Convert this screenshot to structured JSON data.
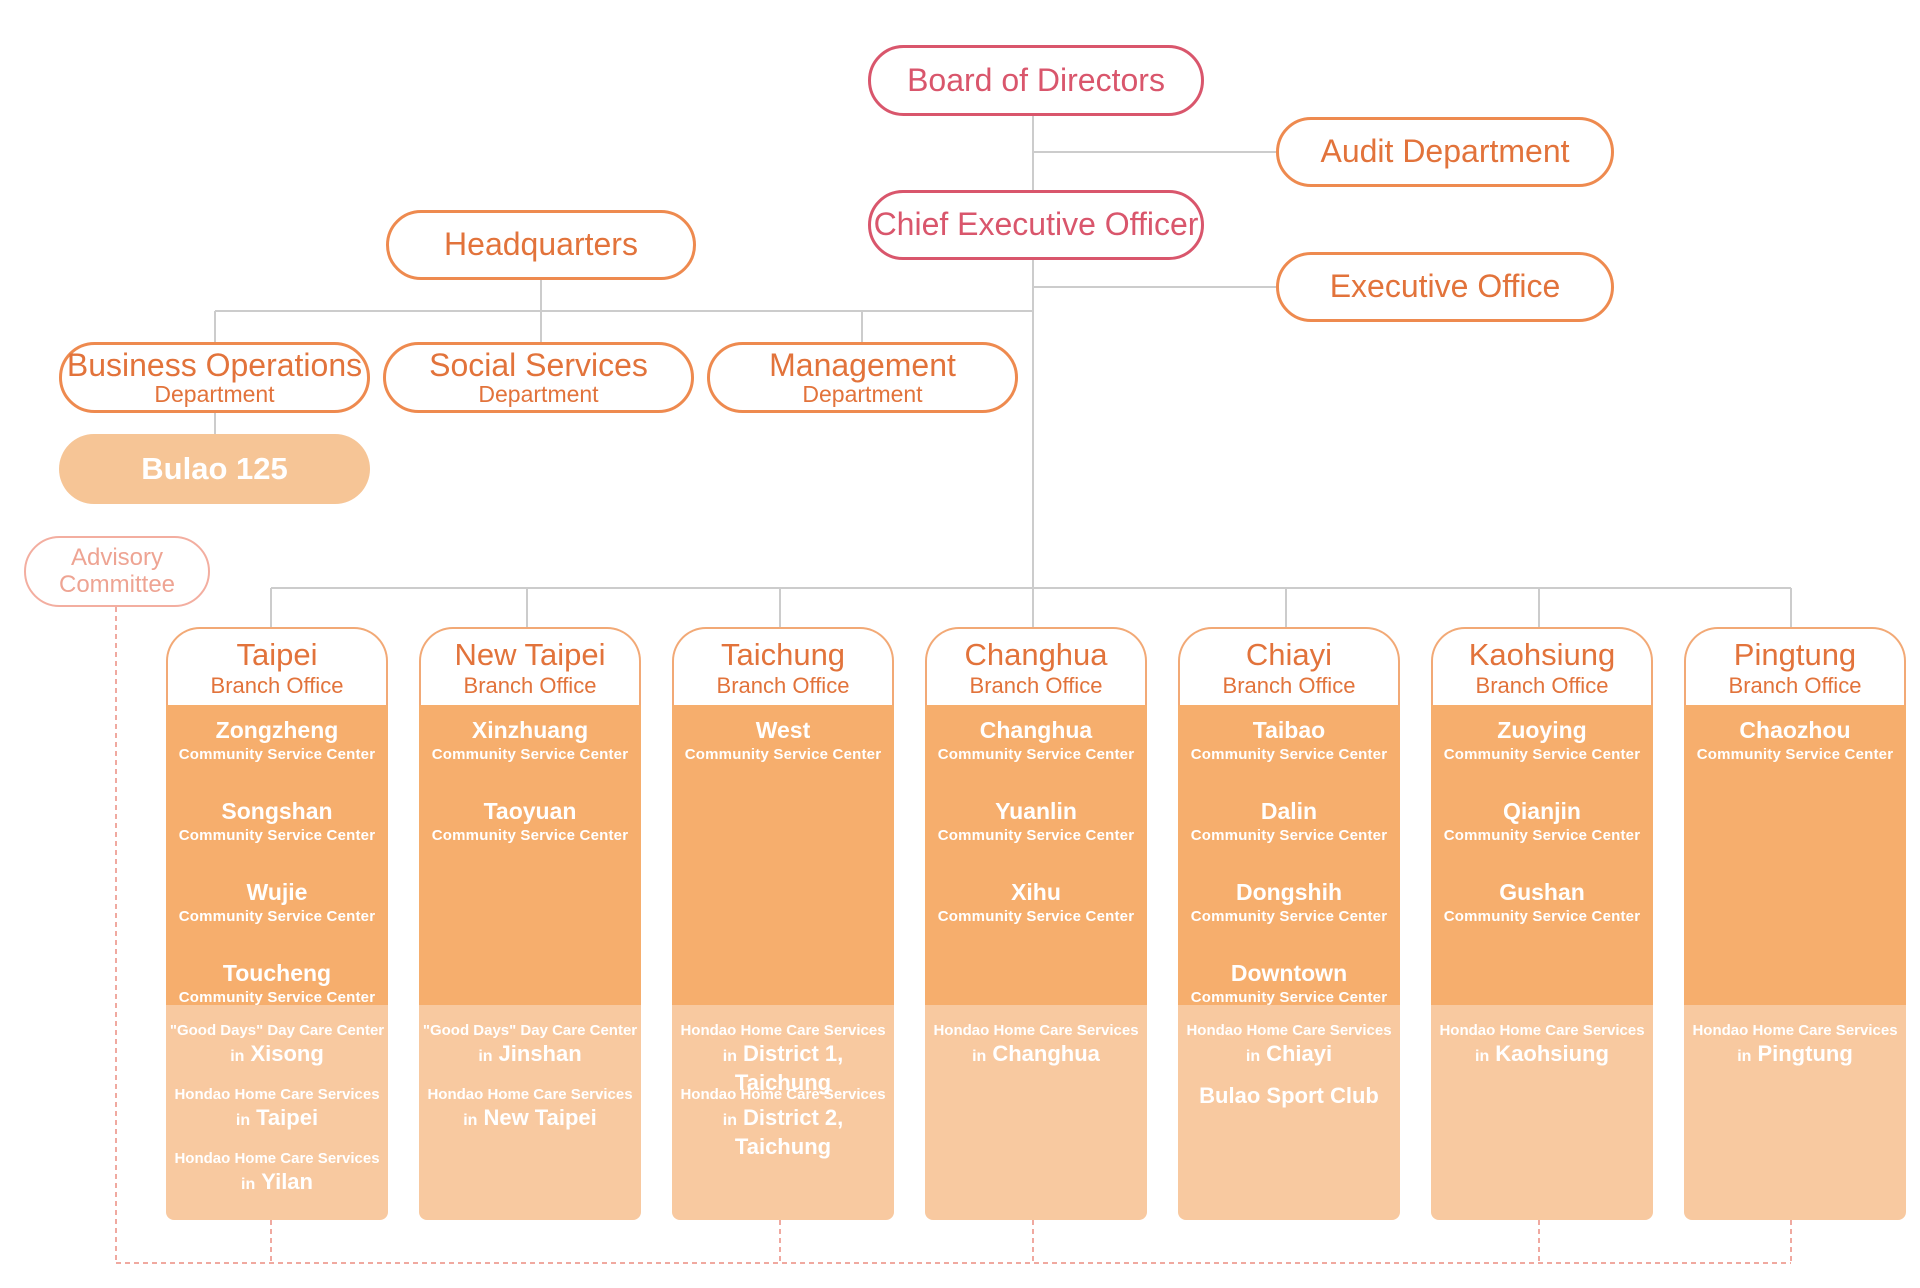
{
  "colors": {
    "accent": "#e2733b",
    "red": "#d9566c",
    "line": "#cccccc",
    "dashed": "#f0a9a0",
    "center_fill": "#f6ae6d",
    "service_fill": "#f8c9a0",
    "bulao_fill": "#f6c596"
  },
  "top": {
    "board": "Board of Directors",
    "audit": "Audit Department",
    "ceo": "Chief Executive Officer",
    "executive_office": "Executive Office",
    "headquarters": "Headquarters"
  },
  "departments": [
    {
      "name": "Business Operations",
      "sub": "Department"
    },
    {
      "name": "Social Services",
      "sub": "Department"
    },
    {
      "name": "Management",
      "sub": "Department"
    }
  ],
  "bulao125": "Bulao 125",
  "advisory": {
    "line1": "Advisory",
    "line2": "Committee"
  },
  "branches": [
    {
      "name": "Taipei",
      "sub": "Branch Office",
      "centers": [
        {
          "name": "Zongzheng",
          "type": "Community Service Center"
        },
        {
          "name": "Songshan",
          "type": "Community Service Center"
        },
        {
          "name": "Wujie",
          "type": "Community Service Center"
        },
        {
          "name": "Toucheng",
          "type": "Community Service Center"
        }
      ],
      "services": [
        {
          "type": "\"Good Days\" Day Care Center",
          "in": "in",
          "place": "Xisong"
        },
        {
          "type": "Hondao Home Care Services",
          "in": "in",
          "place": "Taipei"
        },
        {
          "type": "Hondao Home Care Services",
          "in": "in",
          "place": "Yilan"
        }
      ]
    },
    {
      "name": "New Taipei",
      "sub": "Branch Office",
      "centers": [
        {
          "name": "Xinzhuang",
          "type": "Community Service Center"
        },
        {
          "name": "Taoyuan",
          "type": "Community Service Center"
        }
      ],
      "services": [
        {
          "type": "\"Good Days\" Day Care Center",
          "in": "in",
          "place": "Jinshan"
        },
        {
          "type": "Hondao Home Care Services",
          "in": "in",
          "place": "New Taipei"
        }
      ]
    },
    {
      "name": "Taichung",
      "sub": "Branch Office",
      "centers": [
        {
          "name": "West",
          "type": "Community Service Center"
        }
      ],
      "services": [
        {
          "type": "Hondao Home Care Services",
          "in": "in",
          "place": "District 1, Taichung"
        },
        {
          "type": "Hondao Home Care Services",
          "in": "in",
          "place": "District 2, Taichung"
        }
      ]
    },
    {
      "name": "Changhua",
      "sub": "Branch Office",
      "centers": [
        {
          "name": "Changhua",
          "type": "Community Service Center"
        },
        {
          "name": "Yuanlin",
          "type": "Community Service Center"
        },
        {
          "name": "Xihu",
          "type": "Community Service Center"
        }
      ],
      "services": [
        {
          "type": "Hondao Home Care Services",
          "in": "in",
          "place": "Changhua"
        }
      ]
    },
    {
      "name": "Chiayi",
      "sub": "Branch Office",
      "centers": [
        {
          "name": "Taibao",
          "type": "Community Service Center"
        },
        {
          "name": "Dalin",
          "type": "Community Service Center"
        },
        {
          "name": "Dongshih",
          "type": "Community Service Center"
        },
        {
          "name": "Downtown",
          "type": "Community Service Center"
        }
      ],
      "services": [
        {
          "type": "Hondao Home Care Services",
          "in": "in",
          "place": "Chiayi"
        }
      ],
      "extra": "Bulao Sport Club"
    },
    {
      "name": "Kaohsiung",
      "sub": "Branch Office",
      "centers": [
        {
          "name": "Zuoying",
          "type": "Community Service Center"
        },
        {
          "name": "Qianjin",
          "type": "Community Service Center"
        },
        {
          "name": "Gushan",
          "type": "Community Service Center"
        }
      ],
      "services": [
        {
          "type": "Hondao Home Care Services",
          "in": "in",
          "place": "Kaohsiung"
        }
      ]
    },
    {
      "name": "Pingtung",
      "sub": "Branch Office",
      "centers": [
        {
          "name": "Chaozhou",
          "type": "Community Service Center"
        }
      ],
      "services": [
        {
          "type": "Hondao Home Care Services",
          "in": "in",
          "place": "Pingtung"
        }
      ]
    }
  ]
}
